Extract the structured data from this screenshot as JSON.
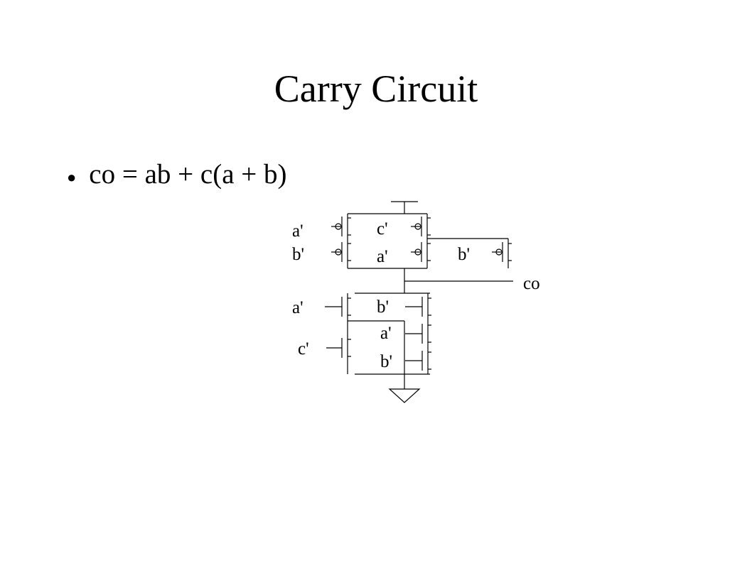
{
  "slide": {
    "title": "Carry Circuit",
    "bullet_glyph": "●",
    "bullet_text": "co = ab + c(a + b)"
  },
  "circuit": {
    "labels": {
      "pmos_left_top": "a'",
      "pmos_left_bottom": "b'",
      "pmos_mid_top": "c'",
      "pmos_mid_bottom": "a'",
      "pmos_right": "b'",
      "output": "co",
      "nmos_left_top": "a'",
      "nmos_left_bottom": "c'",
      "nmos_mid_top": "b'",
      "nmos_mid_mid": "a'",
      "nmos_mid_bottom": "b'"
    },
    "icons": [
      "supply-icon",
      "ground-icon",
      "pmos-transistor-icon",
      "nmos-transistor-icon"
    ]
  }
}
